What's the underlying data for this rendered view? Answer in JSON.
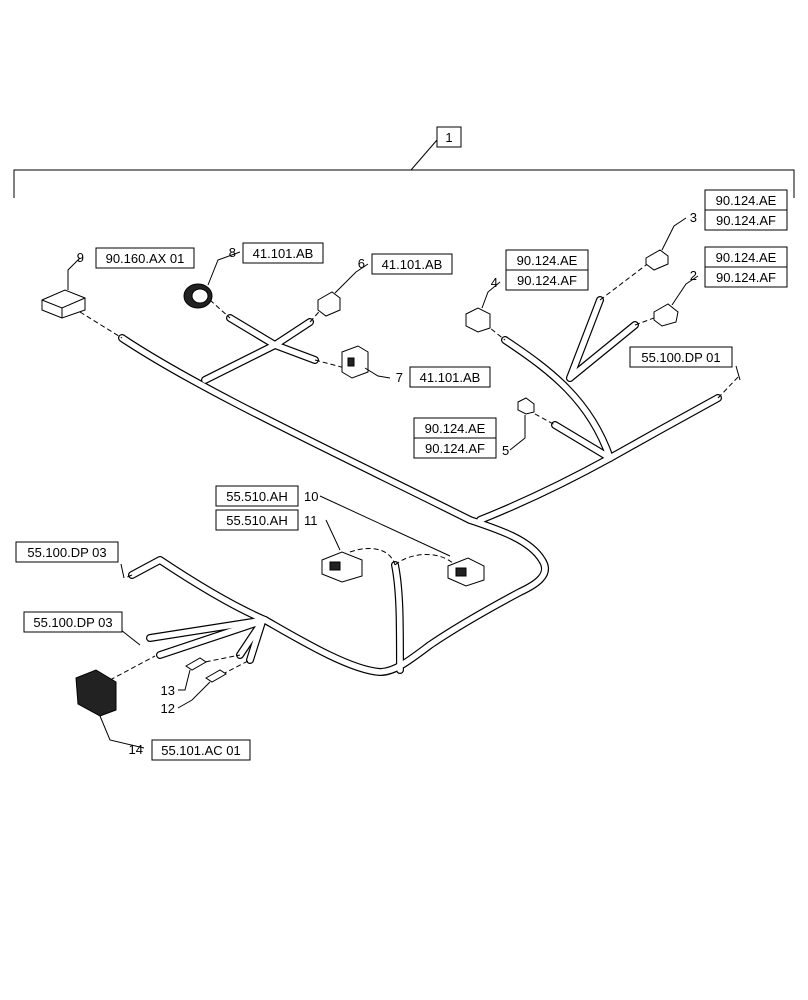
{
  "assembly": {
    "callout": "1"
  },
  "items": {
    "i2": {
      "num": "2",
      "refs": [
        "90.124.AE",
        "90.124.AF"
      ]
    },
    "i3": {
      "num": "3",
      "refs": [
        "90.124.AE",
        "90.124.AF"
      ]
    },
    "i4": {
      "num": "4",
      "refs": [
        "90.124.AE",
        "90.124.AF"
      ]
    },
    "i5": {
      "num": "5",
      "refs": [
        "90.124.AE",
        "90.124.AF"
      ]
    },
    "i6": {
      "num": "6",
      "refs": [
        "41.101.AB"
      ]
    },
    "i7": {
      "num": "7",
      "refs": [
        "41.101.AB"
      ]
    },
    "i8": {
      "num": "8",
      "refs": [
        "41.101.AB"
      ]
    },
    "i9": {
      "num": "9",
      "refs": [
        "90.160.AX 01"
      ]
    },
    "i10": {
      "num": "10",
      "refs": [
        "55.510.AH"
      ]
    },
    "i11": {
      "num": "11",
      "refs": [
        "55.510.AH"
      ]
    },
    "i12": {
      "num": "12"
    },
    "i13": {
      "num": "13"
    },
    "i14": {
      "num": "14",
      "refs": [
        "55.101.AC 01"
      ]
    }
  },
  "sheet_refs": {
    "dp01": "55.100.DP 01",
    "dp03_upper": "55.100.DP 03",
    "dp03_lower": "55.100.DP 03"
  }
}
